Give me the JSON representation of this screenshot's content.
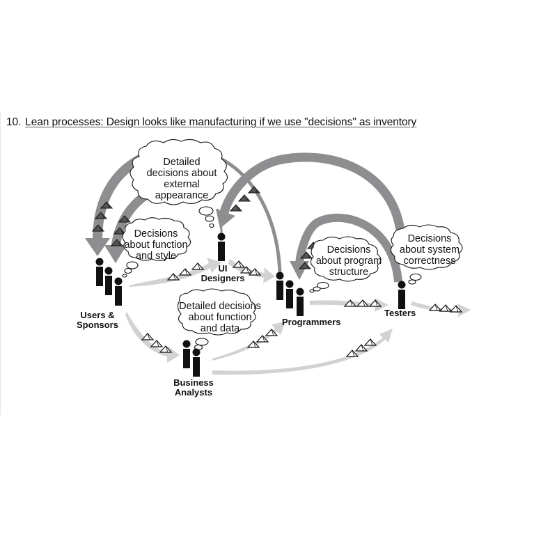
{
  "slide": {
    "number": "10.",
    "title": "Lean processes: Design looks like manufacturing if we use \"decisions\" as inventory"
  },
  "roles": {
    "users": "Users &\nSponsors",
    "users_line1": "Users &",
    "users_line2": "Sponsors",
    "ui_line1": "UI",
    "ui_line2": "Designers",
    "ba_line1": "Business",
    "ba_line2": "Analysts",
    "programmers": "Programmers",
    "testers": "Testers"
  },
  "clouds": {
    "external_appearance": [
      "Detailed",
      "decisions about",
      "external",
      "appearance"
    ],
    "function_style": [
      "Decisions",
      "about function",
      "and style"
    ],
    "function_data": [
      "Detailed decisions",
      "about function",
      "and data"
    ],
    "program_structure": [
      "Decisions",
      "about program",
      "structure"
    ],
    "system_correctness": [
      "Decisions",
      "about system",
      "correctness"
    ]
  },
  "colors": {
    "feedback_arrow": "#8e8e90",
    "forward_arrow": "#d2d2d2",
    "dark_inventory": "#555555",
    "light_inventory": "#ffffff",
    "person": "#111111"
  },
  "legend_icons": {
    "person": "person-icon",
    "inventory": "triangle-inventory-icon"
  }
}
